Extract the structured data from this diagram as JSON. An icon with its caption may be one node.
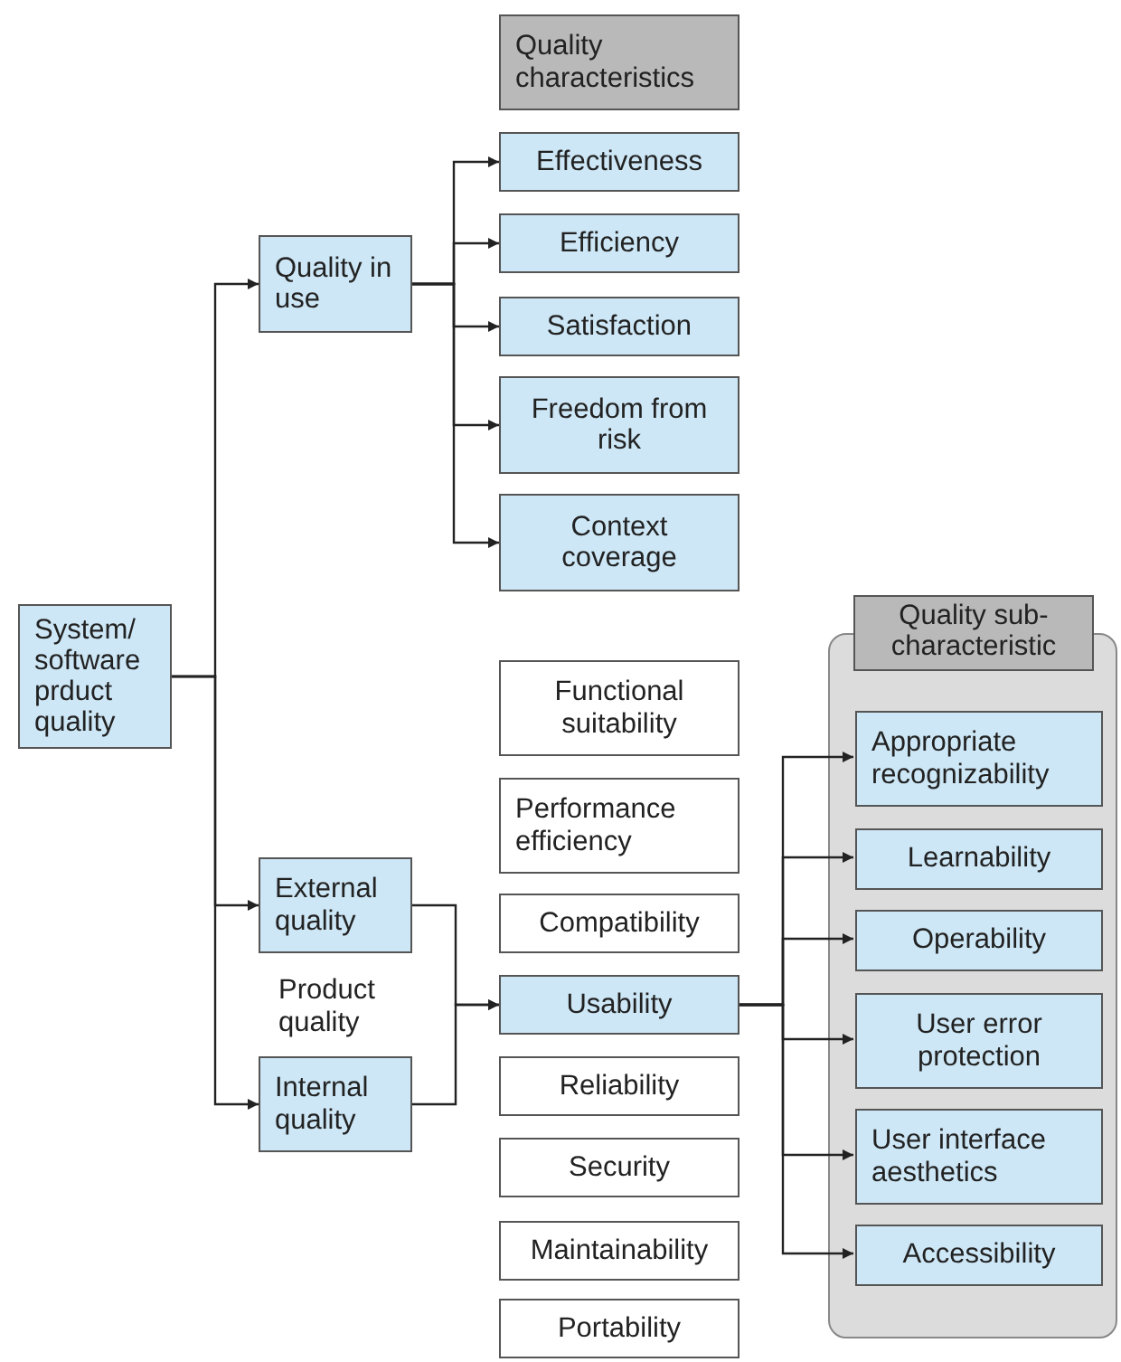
{
  "diagram": {
    "nodes": [
      {
        "text": [
          "System/ software prduct quality"
        ]
      },
      {
        "text": [
          "Quality in use"
        ]
      },
      {
        "text": [
          "Quality characteristics"
        ]
      },
      {
        "text": [
          "Effectiveness"
        ]
      },
      {
        "text": [
          "Efficiency"
        ]
      },
      {
        "text": [
          "Satisfaction"
        ]
      },
      {
        "text": [
          "Freedom from risk"
        ]
      },
      {
        "text": [
          "Context coverage"
        ]
      },
      {
        "text": [
          "Functional suitability"
        ]
      },
      {
        "text": [
          "Performance efficiency"
        ]
      },
      {
        "text": [
          "External quality"
        ]
      },
      {
        "text": [
          "Compatibility"
        ]
      },
      {
        "text": [
          "Usability"
        ]
      },
      {
        "text": [
          "Internal quality"
        ]
      },
      {
        "text": [
          "Reliability"
        ]
      },
      {
        "text": [
          "Security"
        ]
      },
      {
        "text": [
          "Maintainability"
        ]
      },
      {
        "text": [
          "Portability"
        ]
      },
      {
        "text": [
          "Quality sub-characteristic"
        ]
      },
      {
        "text": [
          "Appropriate recognizability"
        ],
        "in": 18
      },
      {
        "text": [
          "Learnability"
        ],
        "in": 18
      },
      {
        "text": [
          "Operability"
        ],
        "in": 18
      },
      {
        "text": [
          "User error protection"
        ],
        "in": 18
      },
      {
        "text": [
          "User interface aesthetics"
        ],
        "in": 18
      },
      {
        "text": [
          "Accessibility"
        ],
        "in": 18
      }
    ],
    "edges": [
      {
        "from": 0,
        "to": 1,
        "arrow": "to"
      },
      {
        "from": 0,
        "to": 10,
        "arrow": "to"
      },
      {
        "from": 0,
        "to": 13,
        "arrow": "to"
      },
      {
        "from": 1,
        "to": 3,
        "arrow": "to"
      },
      {
        "from": 1,
        "to": 4,
        "arrow": "to"
      },
      {
        "from": 1,
        "to": 5,
        "arrow": "to"
      },
      {
        "from": 1,
        "to": 6,
        "arrow": "to"
      },
      {
        "from": 1,
        "to": 7,
        "arrow": "to"
      },
      {
        "from": 10,
        "to": 12,
        "arrow": "to"
      },
      {
        "from": 13,
        "to": 12,
        "arrow": "to"
      },
      {
        "from": 12,
        "to": 19,
        "arrow": "to"
      },
      {
        "from": 12,
        "to": 20,
        "arrow": "to"
      },
      {
        "from": 12,
        "to": 21,
        "arrow": "to"
      },
      {
        "from": 12,
        "to": 22,
        "arrow": "to"
      },
      {
        "from": 12,
        "to": 23,
        "arrow": "to"
      },
      {
        "from": 12,
        "to": 24,
        "arrow": "to"
      }
    ],
    "labels": [
      "Product quality"
    ]
  }
}
